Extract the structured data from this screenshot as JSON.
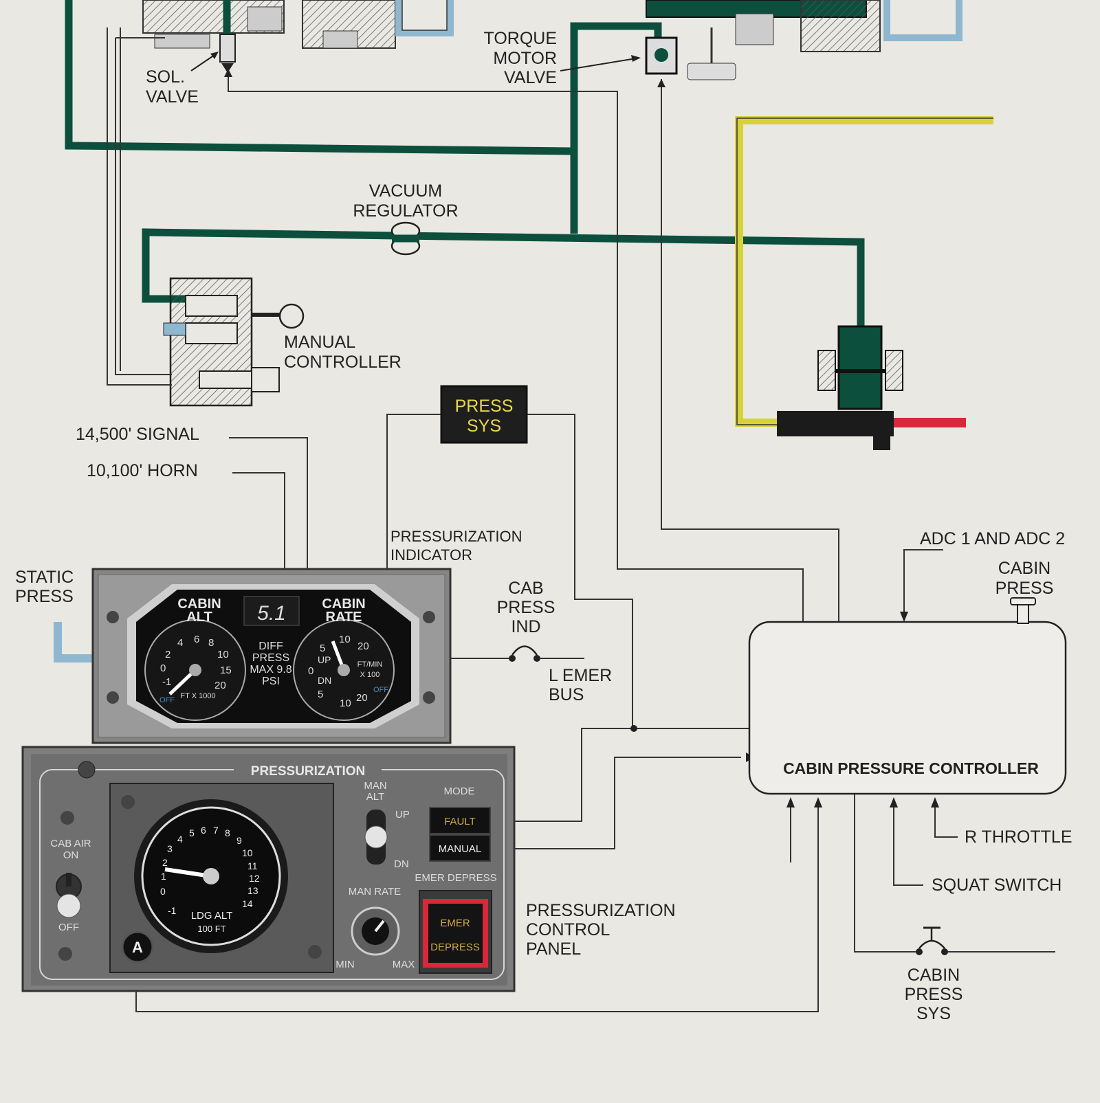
{
  "labels": {
    "sol_valve": [
      "SOL.",
      "VALVE"
    ],
    "torque_motor_valve": [
      "TORQUE",
      "MOTOR",
      "VALVE"
    ],
    "vacuum_regulator": [
      "VACUUM",
      "REGULATOR"
    ],
    "manual_controller": [
      "MANUAL",
      "CONTROLLER"
    ],
    "press_sys": [
      "PRESS",
      "SYS"
    ],
    "signal_14500": "14,500' SIGNAL",
    "horn_10100": "10,100' HORN",
    "pressurization_indicator": [
      "PRESSURIZATION",
      "INDICATOR"
    ],
    "static_press": [
      "STATIC",
      "PRESS"
    ],
    "cab_press_ind": [
      "CAB",
      "PRESS",
      "IND"
    ],
    "l_emer_bus": [
      "L EMER",
      "BUS"
    ],
    "adc": "ADC 1 AND ADC 2",
    "cabin_press": [
      "CABIN",
      "PRESS"
    ],
    "cabin_pressure_controller": "CABIN PRESSURE CONTROLLER",
    "r_throttle": "R THROTTLE",
    "squat_switch": "SQUAT SWITCH",
    "pressurization_control_panel": [
      "PRESSURIZATION",
      "CONTROL",
      "PANEL"
    ],
    "cabin_press_sys": [
      "CABIN",
      "PRESS",
      "SYS"
    ]
  },
  "indicator": {
    "cabin_alt_title": [
      "CABIN",
      "ALT"
    ],
    "cabin_rate_title": [
      "CABIN",
      "RATE"
    ],
    "digital": "5.1",
    "diff_press": [
      "DIFF",
      "PRESS",
      "MAX 9.8",
      "PSI"
    ],
    "alt_ticks": [
      "-1",
      "0",
      "2",
      "4",
      "6",
      "8",
      "10",
      "15",
      "20"
    ],
    "alt_unit": "FT X 1000",
    "off": "OFF",
    "rate_ticks": [
      "5",
      "10",
      "20",
      "0",
      "5",
      "10",
      "20"
    ],
    "rate_up": "UP",
    "rate_dn": "DN",
    "rate_unit": [
      "FT/MIN",
      "X 100"
    ]
  },
  "control_panel": {
    "title": "PRESSURIZATION",
    "cab_air_on": [
      "CAB AIR",
      "ON"
    ],
    "off": "OFF",
    "man_alt": [
      "MAN",
      "ALT"
    ],
    "up": "UP",
    "dn": "DN",
    "mode": "MODE",
    "fault": "FAULT",
    "manual": "MANUAL",
    "emer_depress_title": "EMER DEPRESS",
    "emer_depress_btn": [
      "EMER",
      "DEPRESS"
    ],
    "man_rate": "MAN RATE",
    "min": "MIN",
    "max": "MAX",
    "ldg_ticks": [
      "-1",
      "0",
      "1",
      "2",
      "3",
      "4",
      "5",
      "6",
      "7",
      "8",
      "9",
      "10",
      "11",
      "12",
      "13",
      "14"
    ],
    "ldg_alt": [
      "LDG ALT",
      "100 FT"
    ],
    "a_button": "A"
  },
  "colors": {
    "vacuum_line": "#0c4f3c",
    "static_line": "#8fb8d0",
    "yellow_line": "#d8d23a",
    "red_line": "#d8283a",
    "annunciator_text": "#e8d84a"
  }
}
